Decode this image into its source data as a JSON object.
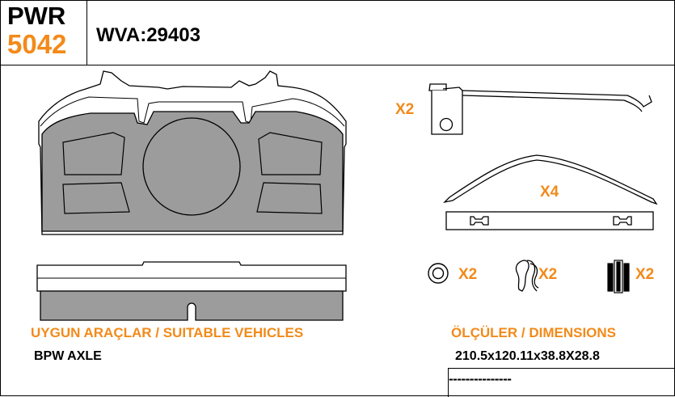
{
  "header": {
    "brand": "PWR",
    "product_number": "5042",
    "wva_label": "WVA:29403"
  },
  "accessories": {
    "clip_qty": "X2",
    "spring_qty": "X4",
    "washer_qty": "X2",
    "rclip_qty": "X2",
    "bushing_qty": "X2"
  },
  "vehicles": {
    "heading": "UYGUN ARAÇLAR / SUITABLE VEHICLES",
    "value": "BPW AXLE"
  },
  "dimensions": {
    "heading": "ÖLÇÜLER / DIMENSIONS",
    "value": "210.5x120.11x38.8X28.8",
    "placeholder": "---------------"
  },
  "colors": {
    "accent": "#f28a1a",
    "pad_gray": "#9c9c9c",
    "line": "#000000"
  }
}
